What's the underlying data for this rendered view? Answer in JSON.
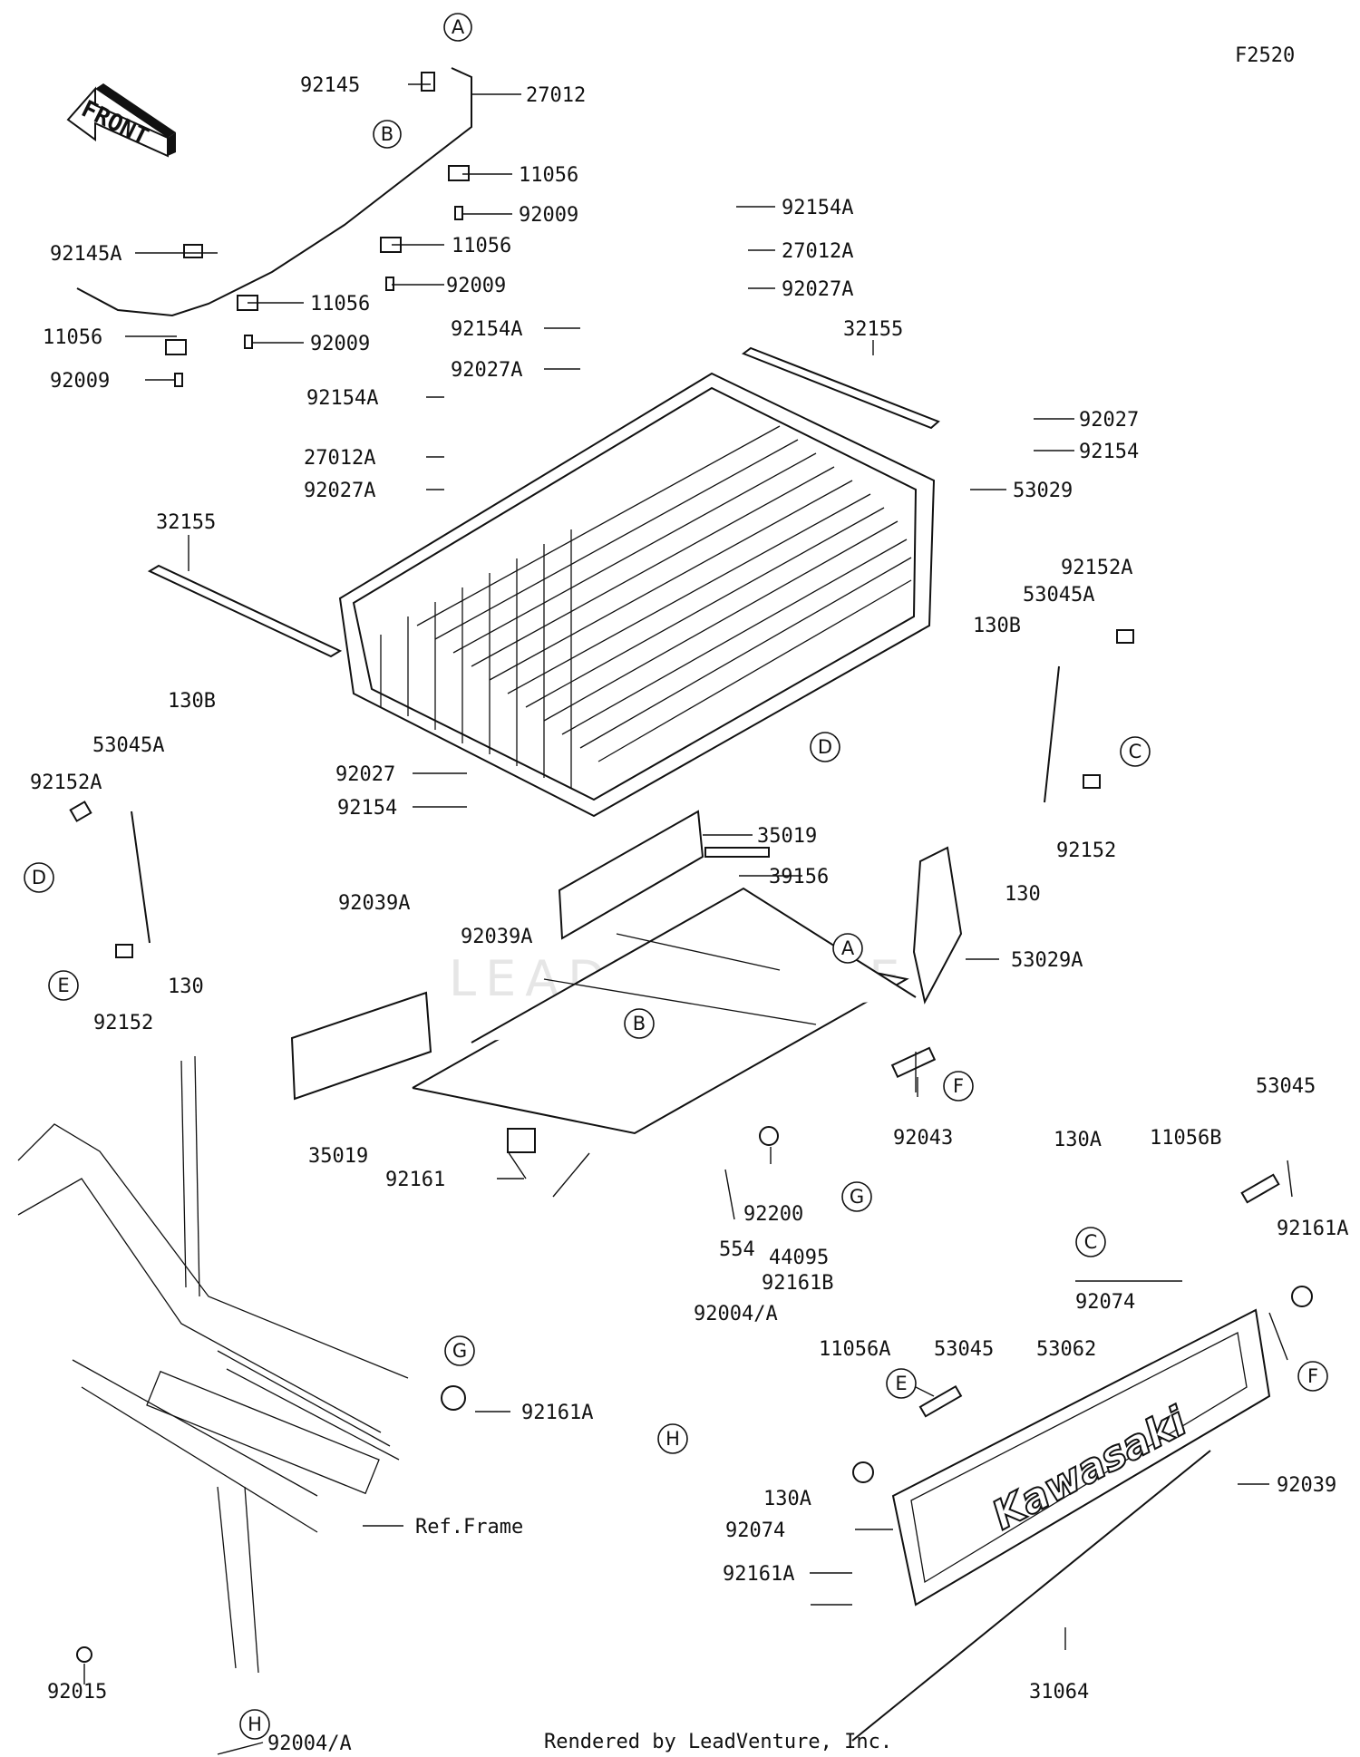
{
  "diagram_code": "F2520",
  "front_arrow": "FRONT",
  "watermark": "LEADVENTURE",
  "brand": "Kawasaki",
  "footer": "Rendered by LeadVenture, Inc.",
  "callouts": [
    "A",
    "B",
    "D",
    "C",
    "E",
    "G",
    "F",
    "H"
  ],
  "labels": {
    "l92145": "92145",
    "l27012": "27012",
    "l11056a": "11056",
    "l92009a": "92009",
    "l11056b": "11056",
    "l92009b": "92009",
    "l92145A": "92145A",
    "l11056c": "11056",
    "l92009c": "92009",
    "l11056d": "11056",
    "l92009d": "92009",
    "l92154Aa": "92154A",
    "l27012Aa": "27012A",
    "l92027Aa": "92027A",
    "l32155a": "32155",
    "l92154Ab": "92154A",
    "l92027Ab": "92027A",
    "l92154Ac": "92154A",
    "l27012Ab": "27012A",
    "l92027Ac": "92027A",
    "l92027a": "92027",
    "l92154a": "92154",
    "l53029": "53029",
    "l32155b": "32155",
    "l92152Aa": "92152A",
    "l53045Aa": "53045A",
    "l130Ba": "130B",
    "l130Bb": "130B",
    "l53045Ab": "53045A",
    "l92152Ab": "92152A",
    "l92027b": "92027",
    "l92154b": "92154",
    "l92152a": "92152",
    "l130a": "130",
    "l35019a": "35019",
    "l39156": "39156",
    "l92039Aa": "92039A",
    "l92039Ab": "92039A",
    "l53029A": "53029A",
    "l92152b": "92152",
    "l130b": "130",
    "l35019b": "35019",
    "l92043": "92043",
    "l92161": "92161",
    "l53045a": "53045",
    "l130Aa": "130A",
    "l11056B": "11056B",
    "l92161Aa": "92161A",
    "l554": "554",
    "l92200": "92200",
    "l44095": "44095",
    "l92161B": "92161B",
    "l92004Aa": "92004/A",
    "l11056A": "11056A",
    "l53045b": "53045",
    "l53062": "53062",
    "l92074a": "92074",
    "l92161Ab": "92161A",
    "l130Ab": "130A",
    "l92039": "92039",
    "l92074b": "92074",
    "l92161Ac": "92161A",
    "lRefFrame": "Ref.Frame",
    "l92015": "92015",
    "l31064": "31064",
    "l92004Ab": "92004/A"
  }
}
